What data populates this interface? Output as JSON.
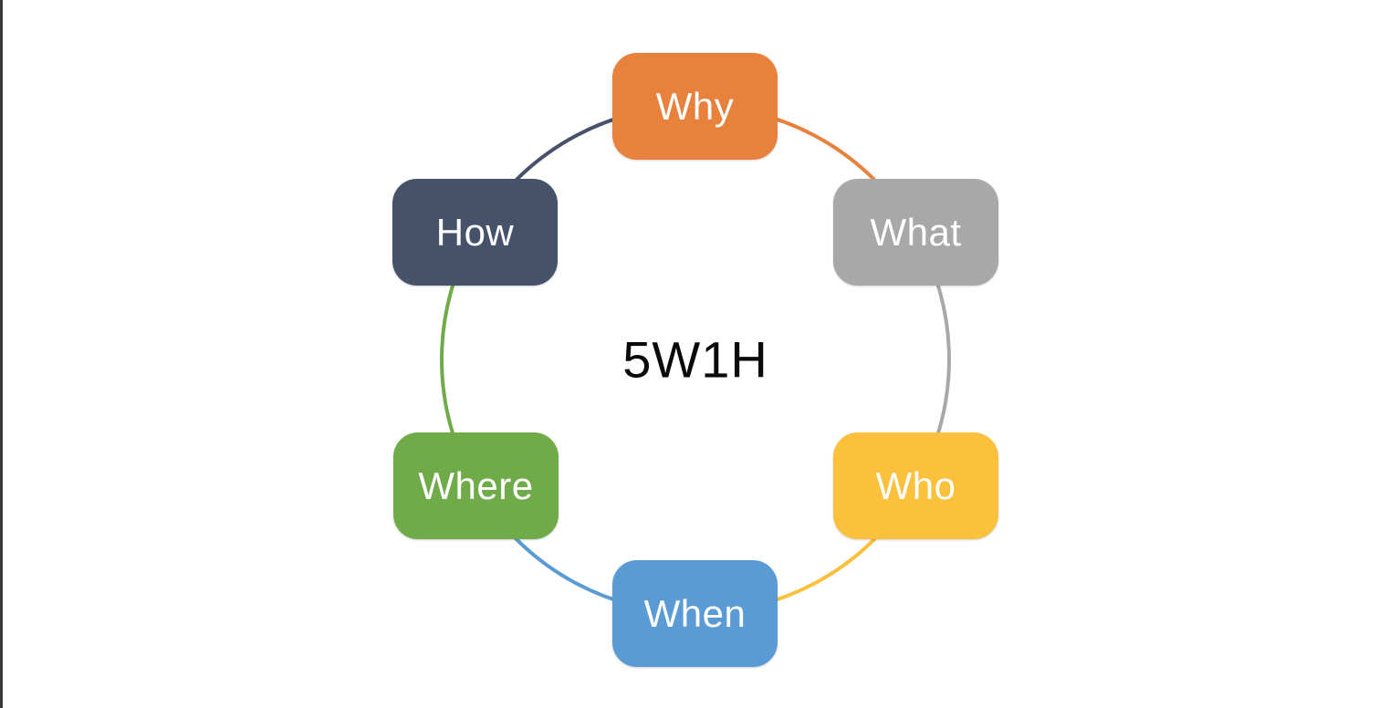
{
  "page": {
    "background": "#FFFFFF",
    "edge_line_color": "#3A3A3A"
  },
  "diagram": {
    "type": "cycle",
    "center_label": "5W1H",
    "center_label_color": "#0A0A0A",
    "text_color": "#FFFFFF",
    "nodes": [
      {
        "id": "why",
        "label": "Why",
        "color": "#E8813C",
        "position": "top"
      },
      {
        "id": "what",
        "label": "What",
        "color": "#A8A8A8",
        "position": "upper-right"
      },
      {
        "id": "who",
        "label": "Who",
        "color": "#FBC13C",
        "position": "lower-right"
      },
      {
        "id": "when",
        "label": "When",
        "color": "#5B9BD5",
        "position": "bottom"
      },
      {
        "id": "where",
        "label": "Where",
        "color": "#6FAC49",
        "position": "lower-left"
      },
      {
        "id": "how",
        "label": "How",
        "color": "#455269",
        "position": "upper-left"
      }
    ],
    "connectors": [
      {
        "from": "Why",
        "to": "What",
        "color": "#E8813C"
      },
      {
        "from": "What",
        "to": "Who",
        "color": "#A8A8A8"
      },
      {
        "from": "Who",
        "to": "When",
        "color": "#FBC13C"
      },
      {
        "from": "When",
        "to": "Where",
        "color": "#5B9BD5"
      },
      {
        "from": "Where",
        "to": "How",
        "color": "#6FAC49"
      },
      {
        "from": "How",
        "to": "Why",
        "color": "#455269"
      }
    ]
  }
}
